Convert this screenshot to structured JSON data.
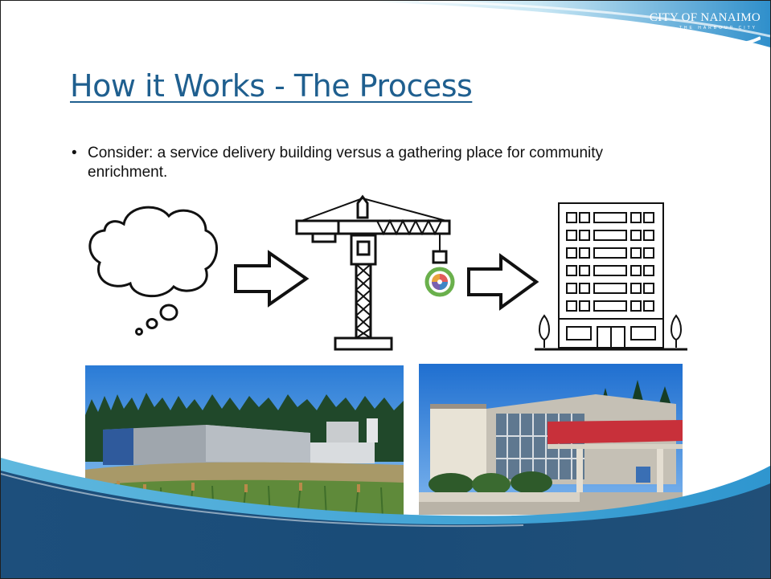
{
  "slide": {
    "title": "How it Works - The Process",
    "bullets": [
      {
        "marker": "•",
        "text": "Consider: a service delivery building versus a gathering place for community enrichment."
      }
    ]
  },
  "logo": {
    "name": "CITY OF NANAIMO",
    "tagline": "THE HARBOUR CITY"
  },
  "colors": {
    "title": "#1f5f8f",
    "wave_dark": "#1d4f7c",
    "wave_light": "#6ec6e6",
    "text": "#111111"
  },
  "icons": [
    "thought-cloud-icon",
    "right-arrow-icon",
    "construction-crane-icon",
    "building-icon"
  ],
  "photos": [
    "service-delivery-building-photo",
    "community-building-photo"
  ]
}
